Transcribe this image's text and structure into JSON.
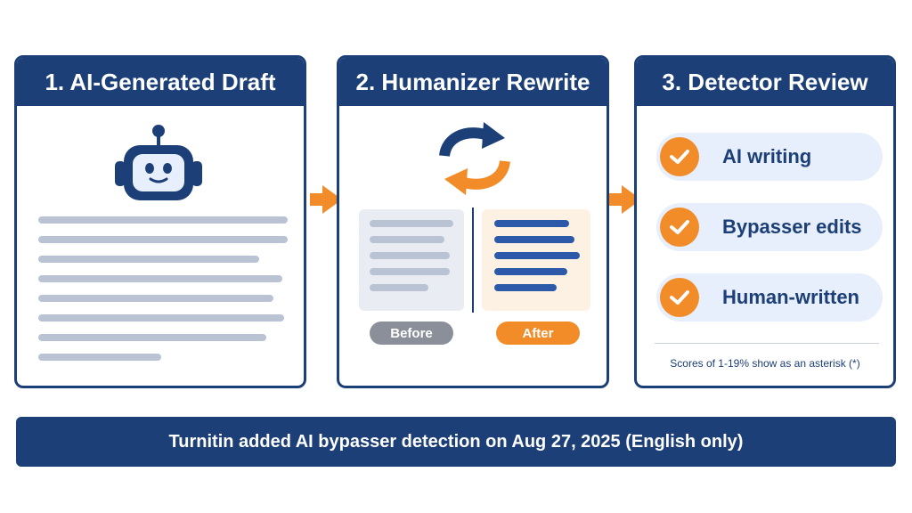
{
  "panels": [
    {
      "title": "1. AI-Generated Draft"
    },
    {
      "title": "2. Humanizer Rewrite",
      "before_label": "Before",
      "after_label": "After"
    },
    {
      "title": "3. Detector Review",
      "checks": [
        "AI writing",
        "Bypasser edits",
        "Human-written"
      ],
      "footnote": "Scores of 1-19% show as an asterisk (*)"
    }
  ],
  "banner": "Turnitin added AI bypasser detection on Aug 27, 2025 (English only)",
  "icons": {
    "panel1": "robot-icon",
    "panel2": "refresh-arrows-icon",
    "panel3": "checkmark-icon",
    "flow": "arrow-right-icon"
  },
  "colors": {
    "navy": "#1d3f78",
    "orange": "#f28c28",
    "light_gray": "#b9c3d3",
    "text_blue": "#2c5aa8",
    "pill_gray": "#8a8f99",
    "pale_blue": "#e6effb",
    "pale_orange": "#fdf1e4"
  }
}
